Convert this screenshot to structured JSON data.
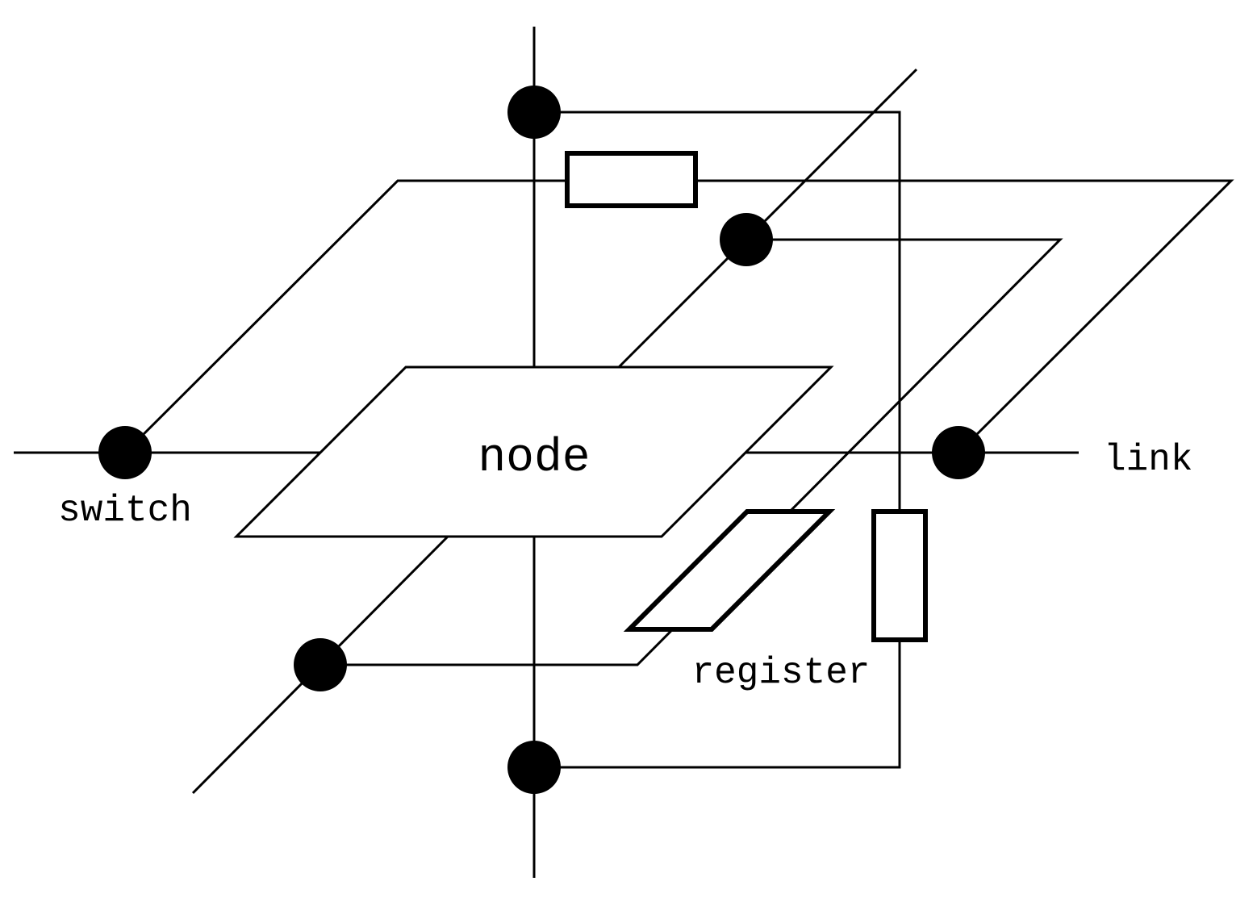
{
  "labels": {
    "node": "node",
    "switch": "switch",
    "link": "link",
    "register": "register"
  },
  "colors": {
    "stroke": "#000000",
    "fill": "#ffffff",
    "switch": "#000000"
  }
}
